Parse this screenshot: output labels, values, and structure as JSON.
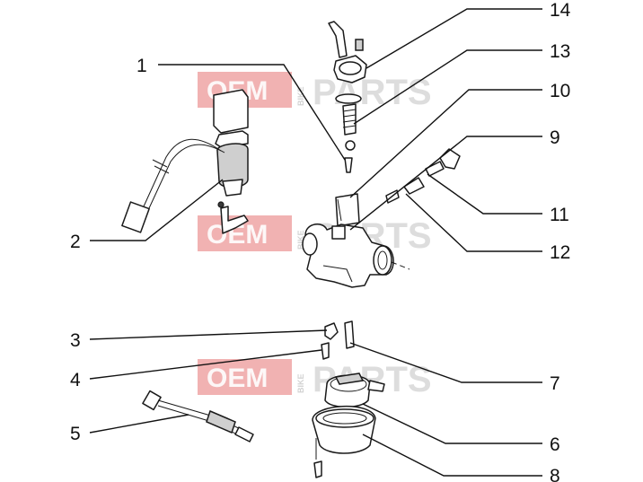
{
  "watermark": {
    "oem": "OEM",
    "bike": "BIKE",
    "parts": "PARTS"
  },
  "callouts": [
    {
      "id": "c1",
      "label": "1"
    },
    {
      "id": "c2",
      "label": "2"
    },
    {
      "id": "c3",
      "label": "3"
    },
    {
      "id": "c4",
      "label": "4"
    },
    {
      "id": "c5",
      "label": "5"
    },
    {
      "id": "c6",
      "label": "6"
    },
    {
      "id": "c7",
      "label": "7"
    },
    {
      "id": "c8",
      "label": "8"
    },
    {
      "id": "c9",
      "label": "9"
    },
    {
      "id": "c10",
      "label": "10"
    },
    {
      "id": "c11",
      "label": "11"
    },
    {
      "id": "c12",
      "label": "12"
    },
    {
      "id": "c13",
      "label": "13"
    },
    {
      "id": "c14",
      "label": "14"
    }
  ]
}
